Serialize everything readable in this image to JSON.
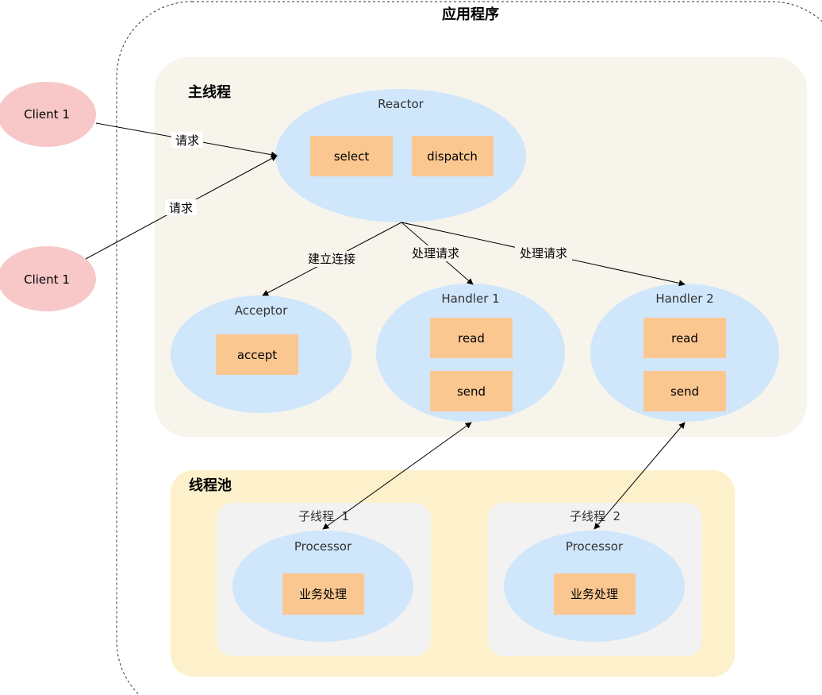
{
  "app": {
    "title": "应用程序"
  },
  "main_thread": {
    "title": "主线程",
    "reactor": {
      "label": "Reactor",
      "select": "select",
      "dispatch": "dispatch"
    },
    "acceptor": {
      "label": "Acceptor",
      "accept": "accept"
    },
    "handler1": {
      "label": "Handler 1",
      "read": "read",
      "send": "send"
    },
    "handler2": {
      "label": "Handler 2",
      "read": "read",
      "send": "send"
    }
  },
  "thread_pool": {
    "title": "线程池",
    "worker1": {
      "label": "子线程  1",
      "processor": "Processor",
      "task": "业务处理"
    },
    "worker2": {
      "label": "子线程  2",
      "processor": "Processor",
      "task": "业务处理"
    }
  },
  "clients": [
    {
      "label": "Client 1"
    },
    {
      "label": "Client 1"
    }
  ],
  "edges": {
    "request_1": "请求",
    "request_2": "请求",
    "establish": "建立连接",
    "handle_1": "处理请求",
    "handle_2": "处理请求"
  },
  "colors": {
    "client_fill": "#f8c8c8",
    "main_thread_bg": "#f7f4ec",
    "thread_pool_bg": "#fdf1cc",
    "worker_bg": "#f2f2f2",
    "ellipse_fill": "#cfe6fb",
    "box_fill": "#fbc790",
    "line": "#000000"
  }
}
